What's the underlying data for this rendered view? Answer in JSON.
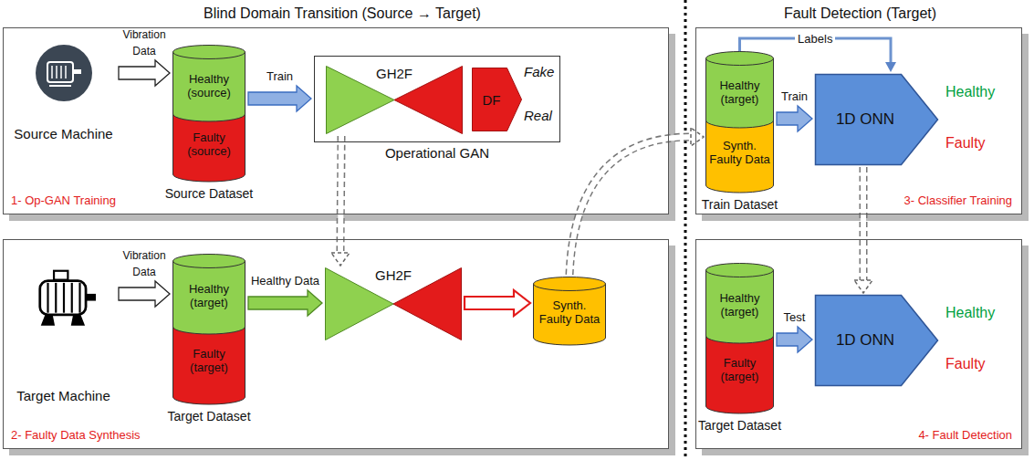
{
  "diagram": {
    "nodes": [
      {
        "text": [
          "1- Op-GAN Training"
        ]
      },
      {
        "text": [
          "Source Machine"
        ],
        "in": 0
      },
      {
        "text": [
          "Source Dataset"
        ],
        "in": 0
      },
      {
        "text": [
          "Healthy (source)"
        ],
        "in": 2
      },
      {
        "text": [
          "Faulty (source)"
        ],
        "in": 2
      },
      {
        "text": [
          "Operational GAN"
        ],
        "in": 0
      },
      {
        "text": [
          "GH2F"
        ],
        "in": 5
      },
      {
        "text": [
          "DF"
        ],
        "in": 5
      },
      {
        "text": [
          "2- Faulty Data Synthesis"
        ]
      },
      {
        "text": [
          "Target Machine"
        ],
        "in": 8
      },
      {
        "text": [
          "Target Dataset"
        ],
        "in": 8
      },
      {
        "text": [
          "Healthy (target)"
        ],
        "in": 10
      },
      {
        "text": [
          "Faulty (target)"
        ],
        "in": 10
      },
      {
        "text": [
          "GH2F"
        ],
        "in": 8
      },
      {
        "text": [
          "Synth. Faulty Data"
        ],
        "in": 8
      },
      {
        "text": [
          "3- Classifier Training"
        ]
      },
      {
        "text": [
          "Train Dataset"
        ],
        "in": 15
      },
      {
        "text": [
          "Healthy (target)"
        ],
        "in": 16
      },
      {
        "text": [
          "Synth. Faulty Data"
        ],
        "in": 16
      },
      {
        "text": [
          "1D ONN"
        ],
        "in": 15
      },
      {
        "text": [
          "4- Fault Detection"
        ]
      },
      {
        "text": [
          "Target Dataset"
        ],
        "in": 20
      },
      {
        "text": [
          "Healthy (target)"
        ],
        "in": 21
      },
      {
        "text": [
          "Faulty (target)"
        ],
        "in": 21
      },
      {
        "text": [
          "1D ONN"
        ],
        "in": 20
      }
    ],
    "edges": [
      {
        "from": 1,
        "to": 2,
        "label": "Vibration Data",
        "arrow": "to"
      },
      {
        "from": 2,
        "to": 5,
        "label": "Train",
        "arrow": "to"
      },
      {
        "from": 6,
        "to": 13,
        "arrow": "to"
      },
      {
        "from": 9,
        "to": 10,
        "label": "Vibration Data",
        "arrow": "to"
      },
      {
        "from": 10,
        "to": 13,
        "label": "Healthy Data",
        "arrow": "to"
      },
      {
        "from": 13,
        "to": 14,
        "arrow": "to"
      },
      {
        "from": 14,
        "to": 16,
        "arrow": "to"
      },
      {
        "from": 16,
        "to": 19,
        "label": "Labels",
        "arrow": "to"
      },
      {
        "from": 16,
        "to": 19,
        "label": "Train",
        "arrow": "to"
      },
      {
        "from": 19,
        "to": 24,
        "arrow": "to"
      },
      {
        "from": 21,
        "to": 24,
        "label": "Test",
        "arrow": "to"
      }
    ],
    "labels": [
      "Blind Domain Transition (Source → Target)",
      "Fault Detection (Target)",
      "Fake",
      "Real",
      "Healthy",
      "Faulty",
      "Healthy",
      "Faulty"
    ]
  }
}
